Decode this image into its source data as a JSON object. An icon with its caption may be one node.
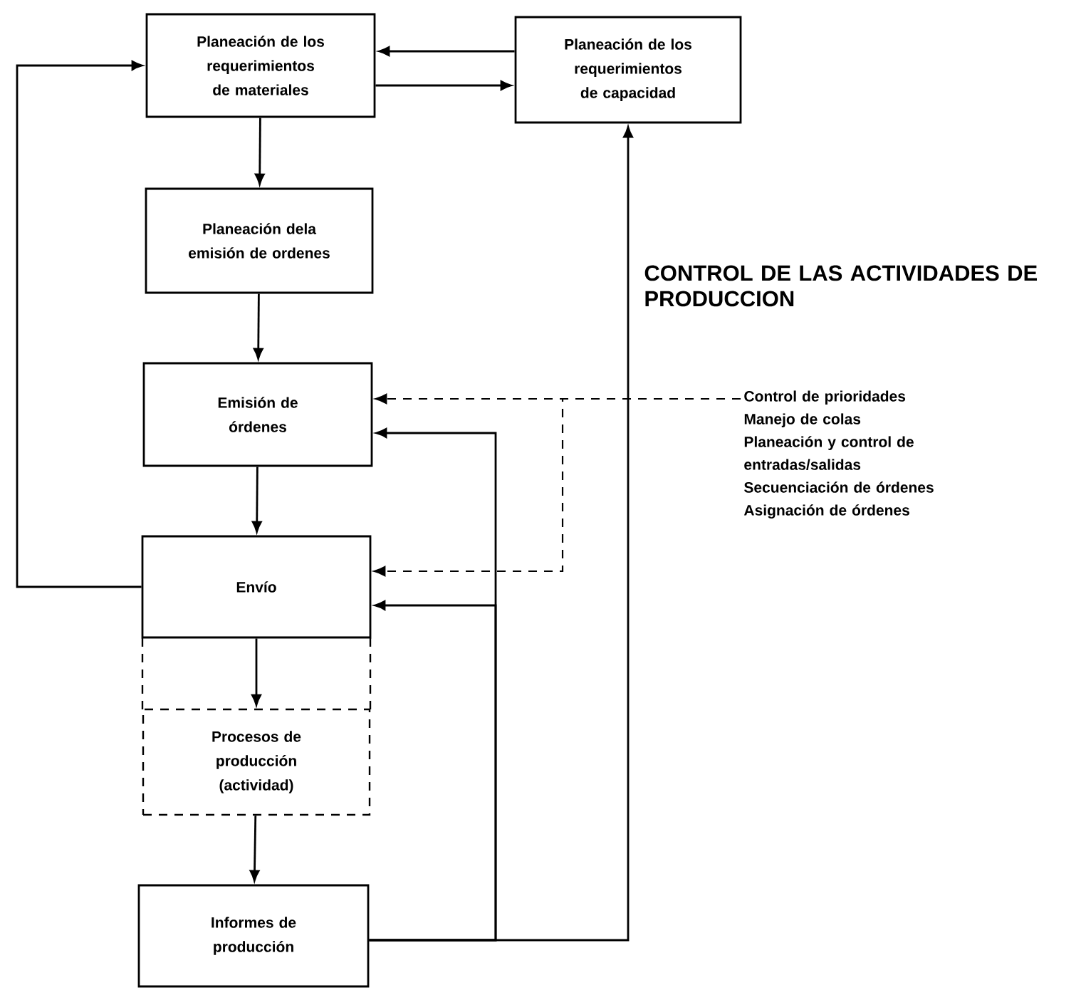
{
  "diagram": {
    "nodes": [
      {
        "text": [
          "Planeación de los requerimientos de materiales"
        ]
      },
      {
        "text": [
          "Planeación de los requerimientos de capacidad"
        ]
      },
      {
        "text": [
          "Planeación dela emisión de ordenes"
        ]
      },
      {
        "text": [
          "Emisión de órdenes"
        ]
      },
      {
        "text": [
          "Envío"
        ]
      },
      {
        "text": [
          "Procesos de producción (actividad)"
        ]
      },
      {
        "text": [
          "Informes de producción"
        ]
      },
      {
        "text": [
          "Control de prioridades",
          "Manejo de colas",
          "Planeación y control de entradas/salidas",
          "Secuenciación de órdenes",
          "Asignación de órdenes"
        ]
      }
    ],
    "edges": [
      {
        "from": 0,
        "to": 1,
        "arrow": "to"
      },
      {
        "from": 1,
        "to": 0,
        "arrow": "to"
      },
      {
        "from": 0,
        "to": 2,
        "arrow": "to"
      },
      {
        "from": 2,
        "to": 3,
        "arrow": "to"
      },
      {
        "from": 3,
        "to": 4,
        "arrow": "to"
      },
      {
        "from": 4,
        "to": 5,
        "arrow": "to"
      },
      {
        "from": 5,
        "to": 6,
        "arrow": "to"
      },
      {
        "from": 4,
        "to": 0,
        "arrow": "to"
      },
      {
        "from": 6,
        "to": 3,
        "arrow": "to"
      },
      {
        "from": 6,
        "to": 4,
        "arrow": "to"
      },
      {
        "from": 6,
        "to": 1,
        "arrow": "to"
      },
      {
        "from": 7,
        "to": 3,
        "arrow": "to",
        "style": "dashed"
      },
      {
        "from": 7,
        "to": 4,
        "arrow": "to",
        "style": "dashed"
      }
    ],
    "labels": [
      "CONTROL DE LAS ACTIVIDADES DE PRODUCCION"
    ]
  }
}
